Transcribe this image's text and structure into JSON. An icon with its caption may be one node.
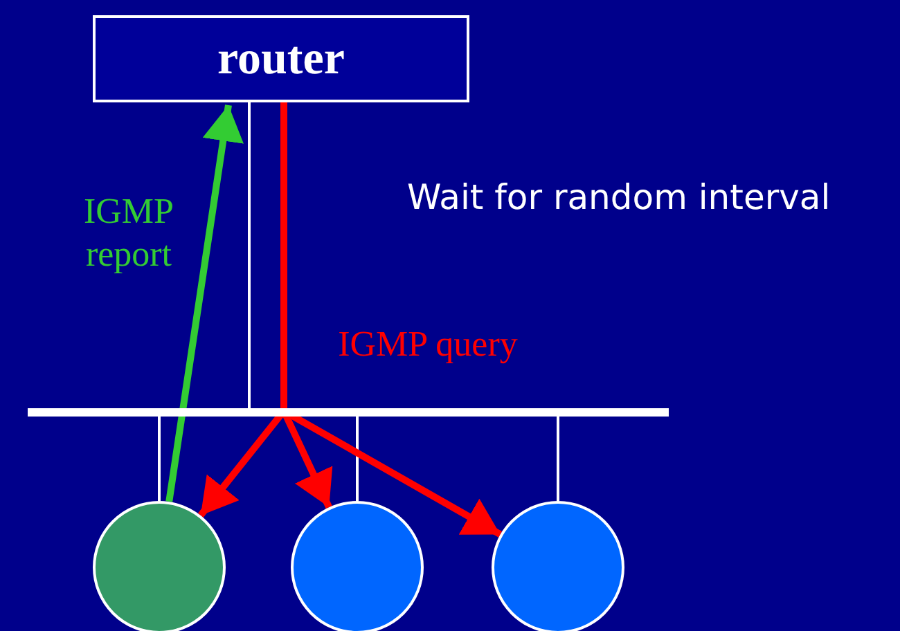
{
  "diagram": {
    "nodes": [
      {
        "text": [
          "router"
        ]
      },
      {
        "text": [],
        "shape": "bar"
      },
      {
        "text": [],
        "shape": "circle"
      },
      {
        "text": [],
        "shape": "circle"
      },
      {
        "text": [],
        "shape": "circle"
      }
    ],
    "edges": [
      {
        "from": 0,
        "to": 1,
        "arrow": "none"
      },
      {
        "from": 1,
        "to": 2,
        "arrow": "none"
      },
      {
        "from": 1,
        "to": 3,
        "arrow": "none"
      },
      {
        "from": 1,
        "to": 4,
        "arrow": "none"
      },
      {
        "from": 0,
        "to": 2,
        "arrow": "to",
        "label": "IGMP query",
        "color": "#ff0000",
        "style": "thick"
      },
      {
        "from": 0,
        "to": 3,
        "arrow": "to",
        "color": "#ff0000",
        "style": "thick"
      },
      {
        "from": 0,
        "to": 4,
        "arrow": "to",
        "color": "#ff0000",
        "style": "thick"
      },
      {
        "from": 2,
        "to": 0,
        "arrow": "to",
        "label": "IGMP report",
        "color": "#33cc33",
        "style": "thick"
      }
    ],
    "labels": [
      "Wait for random interval"
    ]
  }
}
